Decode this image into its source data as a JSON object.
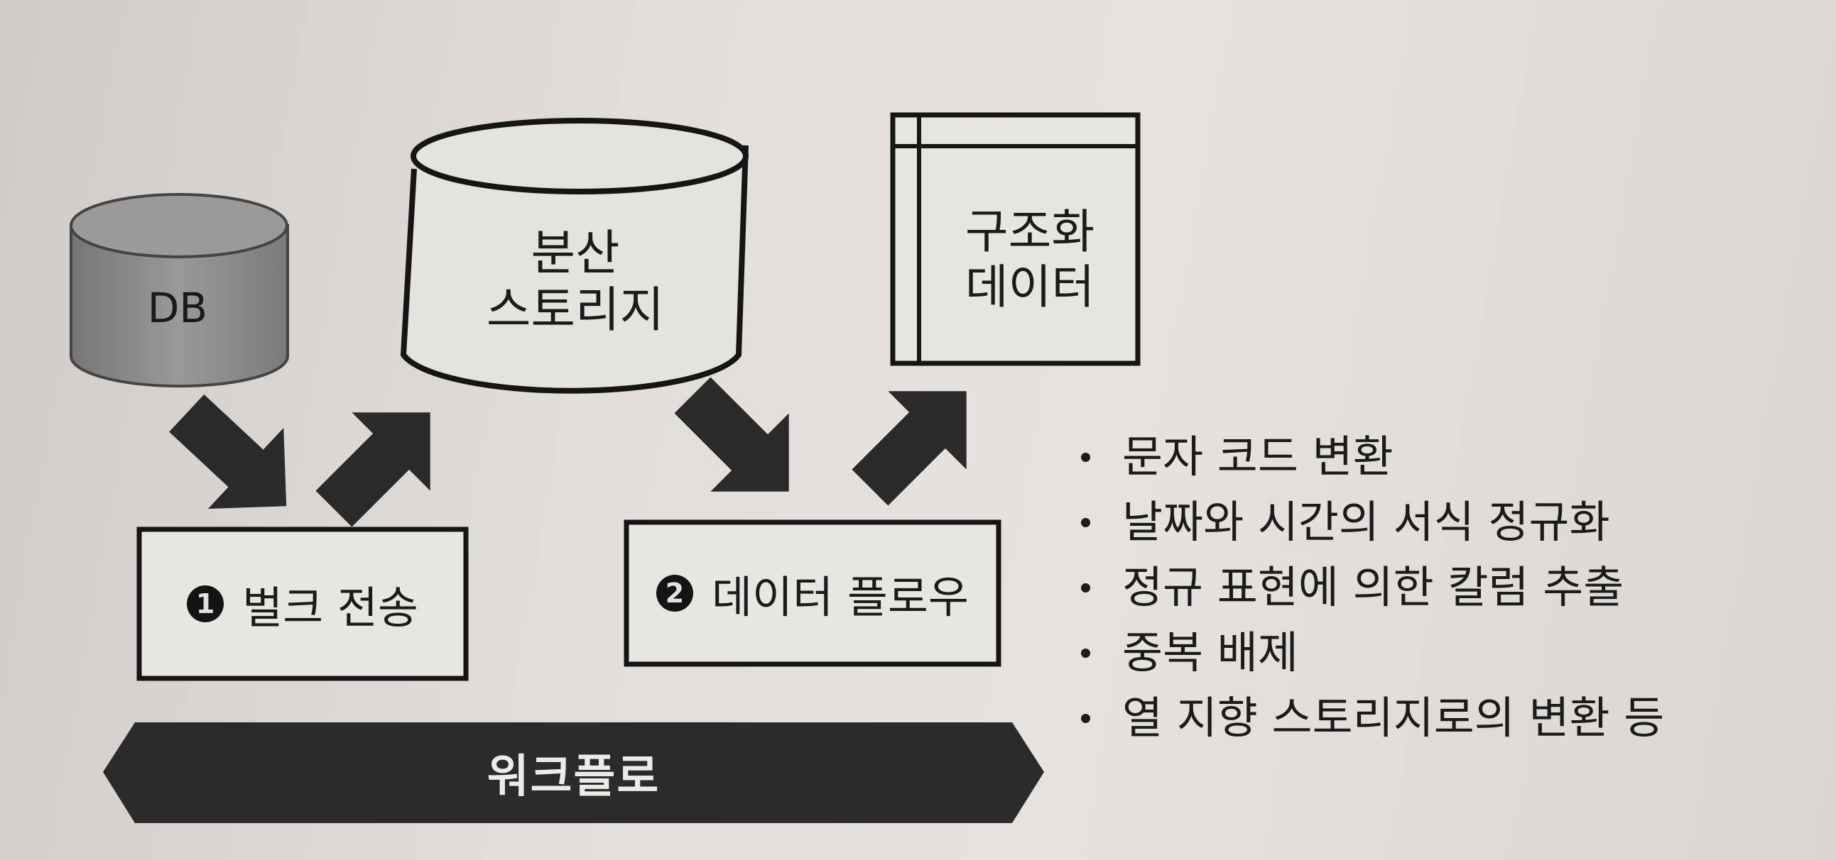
{
  "diagram": {
    "db_label": "DB",
    "storage_label_line1": "분산",
    "storage_label_line2": "스토리지",
    "structured_label_line1": "구조화",
    "structured_label_line2": "데이터",
    "step1": {
      "number": "1",
      "label": "벌크 전송"
    },
    "step2": {
      "number": "2",
      "label": "데이터 플로우"
    },
    "workflow_label": "워크플로",
    "bullets": [
      "문자 코드 변환",
      "날짜와 시간의 서식 정규화",
      "정규 표현에 의한 칼럼 추출",
      "중복 배제",
      "열 지향 스토리지로의 변환 등"
    ]
  },
  "colors": {
    "paper": "#dedbd6",
    "db_fill": "#888888",
    "workflow_bar": "#2b2b2b",
    "arrow": "#2a2a2a",
    "ink": "#1b1b1b"
  }
}
